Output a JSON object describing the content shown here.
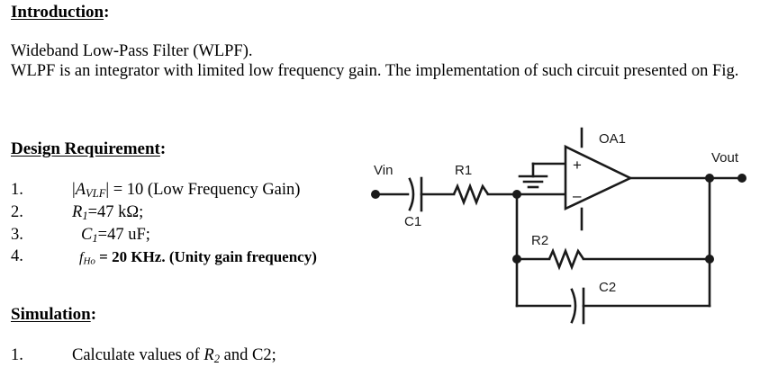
{
  "document": {
    "sections": {
      "introduction": {
        "heading": "Introduction",
        "heading_colon": ":",
        "line1": "Wideband Low-Pass Filter (WLPF).",
        "paragraph": "WLPF is an integrator with limited low frequency gain. The implementation of such circuit presented on Fig."
      },
      "design_requirement": {
        "heading": "Design Requirement",
        "heading_colon": ":",
        "items": [
          {
            "index": "1.",
            "prefix": "|",
            "var": "A",
            "sub": "VLF",
            "suffix": "| = 10 (Low Frequency Gain)"
          },
          {
            "index": "2.",
            "var": "R",
            "sub": "1",
            "suffix": "=47 kΩ;"
          },
          {
            "index": "3.",
            "var": "C",
            "sub": "1",
            "suffix": "=47 uF;"
          },
          {
            "index": "4.",
            "var": "f",
            "sub": "Ho",
            "suffix": " = 20 KHz. (Unity gain frequency)"
          }
        ]
      },
      "simulation": {
        "heading": "Simulation",
        "heading_colon": ":",
        "items": [
          {
            "index": "1.",
            "text_before": "Calculate values of ",
            "var": "R",
            "sub": "2",
            "text_after": " and C2;"
          }
        ]
      }
    }
  },
  "figure": {
    "name": "wlpf-circuit-schematic",
    "labels": {
      "vin": "Vin",
      "c1": "C1",
      "r1": "R1",
      "oa1": "OA1",
      "vout": "Vout",
      "r2": "R2",
      "c2": "C2",
      "opamp_plus": "+",
      "opamp_minus": "–"
    },
    "colors": {
      "wire": "#1a1a1a",
      "label_text": "#1a1a1a",
      "background": "#ffffff"
    }
  }
}
